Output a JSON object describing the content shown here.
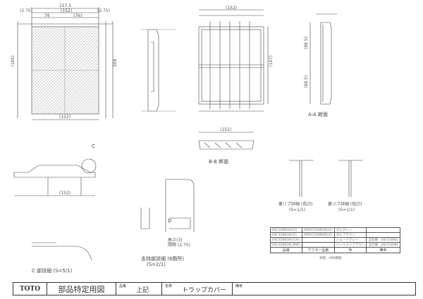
{
  "title_block": {
    "logo": "TOTO",
    "title": "部品特定用図",
    "part_no_label": "品番",
    "part_no_value": "上記",
    "name_label": "名称",
    "name_value": "トラップカバー",
    "remarks_label": "備考"
  },
  "parts_table": {
    "headers": [
      "品番",
      "アフター品番",
      "色",
      "備考"
    ],
    "rows": [
      [
        "EKCS58N(W)(G)",
        "APEKCS58N(W)(G)",
        "ダルグレー",
        ""
      ],
      [
        "EKCS58N(W)(S)",
        "APEKCS58N(W)(S)",
        "ダルブラウン",
        ""
      ],
      [
        "EKCS58N(W)(GH)",
        "",
        "シェードグレー",
        "当社番：EKCS58NG"
      ],
      [
        "EKCS58N(W)(BW)",
        "",
        "ハーベストブラウン",
        "当社番：EKCS58NB"
      ]
    ],
    "material": "材質：ABS樹脂"
  },
  "views": {
    "aa_section": "A-A 断面",
    "bb_section": "B-B 断面",
    "c_detail": "C 部詳細 (S=5/1)",
    "support_detail": "支持部詳細 (6箇所)",
    "support_scale": "(S=2/1)",
    "rib_long": "裏リブ詳細 (長辺)",
    "rib_long_scale": "(S=1/1)",
    "rib_short": "裏リブ詳細 (短辺)",
    "rib_short_scale": "(S=1/1)",
    "c_marker": "C",
    "d_marker": "D"
  },
  "dimensions": {
    "overall_w": "157.5",
    "inner_w": "(152)",
    "edge_l": "(2.75)",
    "edge_r": "(2.75)",
    "half_l": "76",
    "half_r": "(76)",
    "height": "209",
    "height_inner": "(185)",
    "bottom_w": "(152)",
    "mid_w": "(152)",
    "mid_height": "(197)",
    "bb_w": "(152)",
    "aa_h1": "(88.5)",
    "aa_h2": "(88.5)",
    "c_w": "(152)",
    "support_a": "高さ(3)",
    "support_b": "間隔 (2.75)"
  }
}
